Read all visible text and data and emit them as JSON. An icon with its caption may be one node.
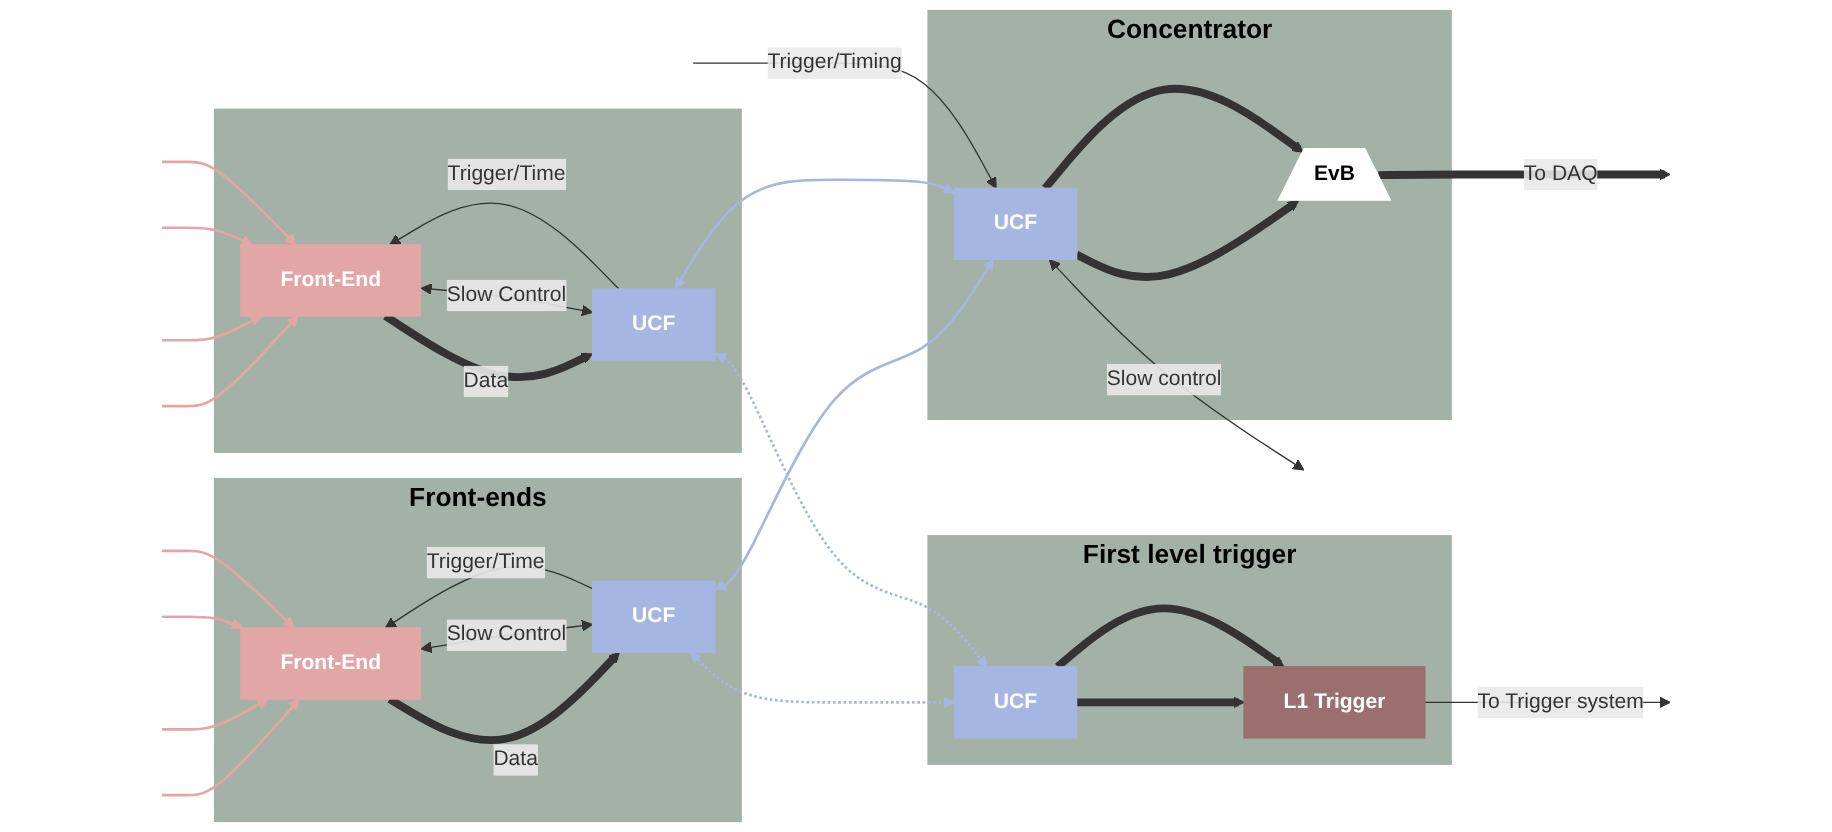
{
  "diagram": {
    "nodes": [
      {
        "text": [
          "Front-ends"
        ]
      },
      {
        "text": [
          "Front-End"
        ],
        "in": 0
      },
      {
        "text": [
          "UCF"
        ],
        "in": 0
      },
      {
        "text": [],
        "shape": "box"
      },
      {
        "text": [
          "Front-End"
        ],
        "in": 3
      },
      {
        "text": [
          "UCF"
        ],
        "in": 3
      },
      {
        "text": [
          "Concentrator"
        ]
      },
      {
        "text": [
          "UCF"
        ],
        "in": 6
      },
      {
        "text": [
          "EvB"
        ],
        "in": 6
      },
      {
        "text": [
          "First level trigger"
        ]
      },
      {
        "text": [
          "UCF"
        ],
        "in": 9
      },
      {
        "text": [
          "L1 Trigger"
        ],
        "in": 9
      }
    ],
    "edges": [
      {
        "from": null,
        "to": 1,
        "arrow": "to",
        "color": "#e6a5a5"
      },
      {
        "from": null,
        "to": 1,
        "arrow": "to",
        "color": "#e6a5a5"
      },
      {
        "from": null,
        "to": 1,
        "arrow": "to",
        "color": "#e6a5a5"
      },
      {
        "from": null,
        "to": 1,
        "arrow": "to",
        "color": "#e6a5a5"
      },
      {
        "from": 1,
        "to": 2,
        "arrow": "to",
        "label": "Data",
        "style": "thick"
      },
      {
        "from": 2,
        "to": 1,
        "arrow": "to",
        "label": "Trigger/Time"
      },
      {
        "from": 1,
        "to": 2,
        "arrow": "both",
        "label": "Slow Control"
      },
      {
        "from": null,
        "to": 4,
        "arrow": "to",
        "color": "#e6a5a5"
      },
      {
        "from": null,
        "to": 4,
        "arrow": "to",
        "color": "#e6a5a5"
      },
      {
        "from": null,
        "to": 4,
        "arrow": "to",
        "color": "#e6a5a5"
      },
      {
        "from": null,
        "to": 4,
        "arrow": "to",
        "color": "#e6a5a5"
      },
      {
        "from": 4,
        "to": 5,
        "arrow": "to",
        "label": "Data",
        "style": "thick"
      },
      {
        "from": 5,
        "to": 4,
        "arrow": "to",
        "label": "Trigger/Time"
      },
      {
        "from": 4,
        "to": 5,
        "arrow": "both",
        "label": "Slow Control"
      },
      {
        "from": 2,
        "to": 7,
        "arrow": "both",
        "color": "#a6b6e2"
      },
      {
        "from": 2,
        "to": 10,
        "arrow": "both",
        "style": "dashed",
        "color": "#a6b6e2"
      },
      {
        "from": 5,
        "to": 7,
        "arrow": "both",
        "color": "#a6b6e2"
      },
      {
        "from": 5,
        "to": 10,
        "arrow": "both",
        "style": "dashed",
        "color": "#a6b6e2"
      },
      {
        "from": 7,
        "to": 8,
        "arrow": "to",
        "style": "thick"
      },
      {
        "from": 7,
        "to": 8,
        "arrow": "to",
        "style": "thick"
      },
      {
        "from": 8,
        "to": null,
        "arrow": "to",
        "label": "To DAQ",
        "style": "thick"
      },
      {
        "from": null,
        "to": 7,
        "arrow": "to",
        "label": "Trigger/Timing"
      },
      {
        "from": 7,
        "to": null,
        "arrow": "both",
        "label": "Slow control"
      },
      {
        "from": 10,
        "to": 11,
        "arrow": "to",
        "style": "thick"
      },
      {
        "from": 10,
        "to": 11,
        "arrow": "to",
        "style": "thick"
      },
      {
        "from": 11,
        "to": null,
        "arrow": "to",
        "label": "To Trigger system"
      }
    ]
  }
}
